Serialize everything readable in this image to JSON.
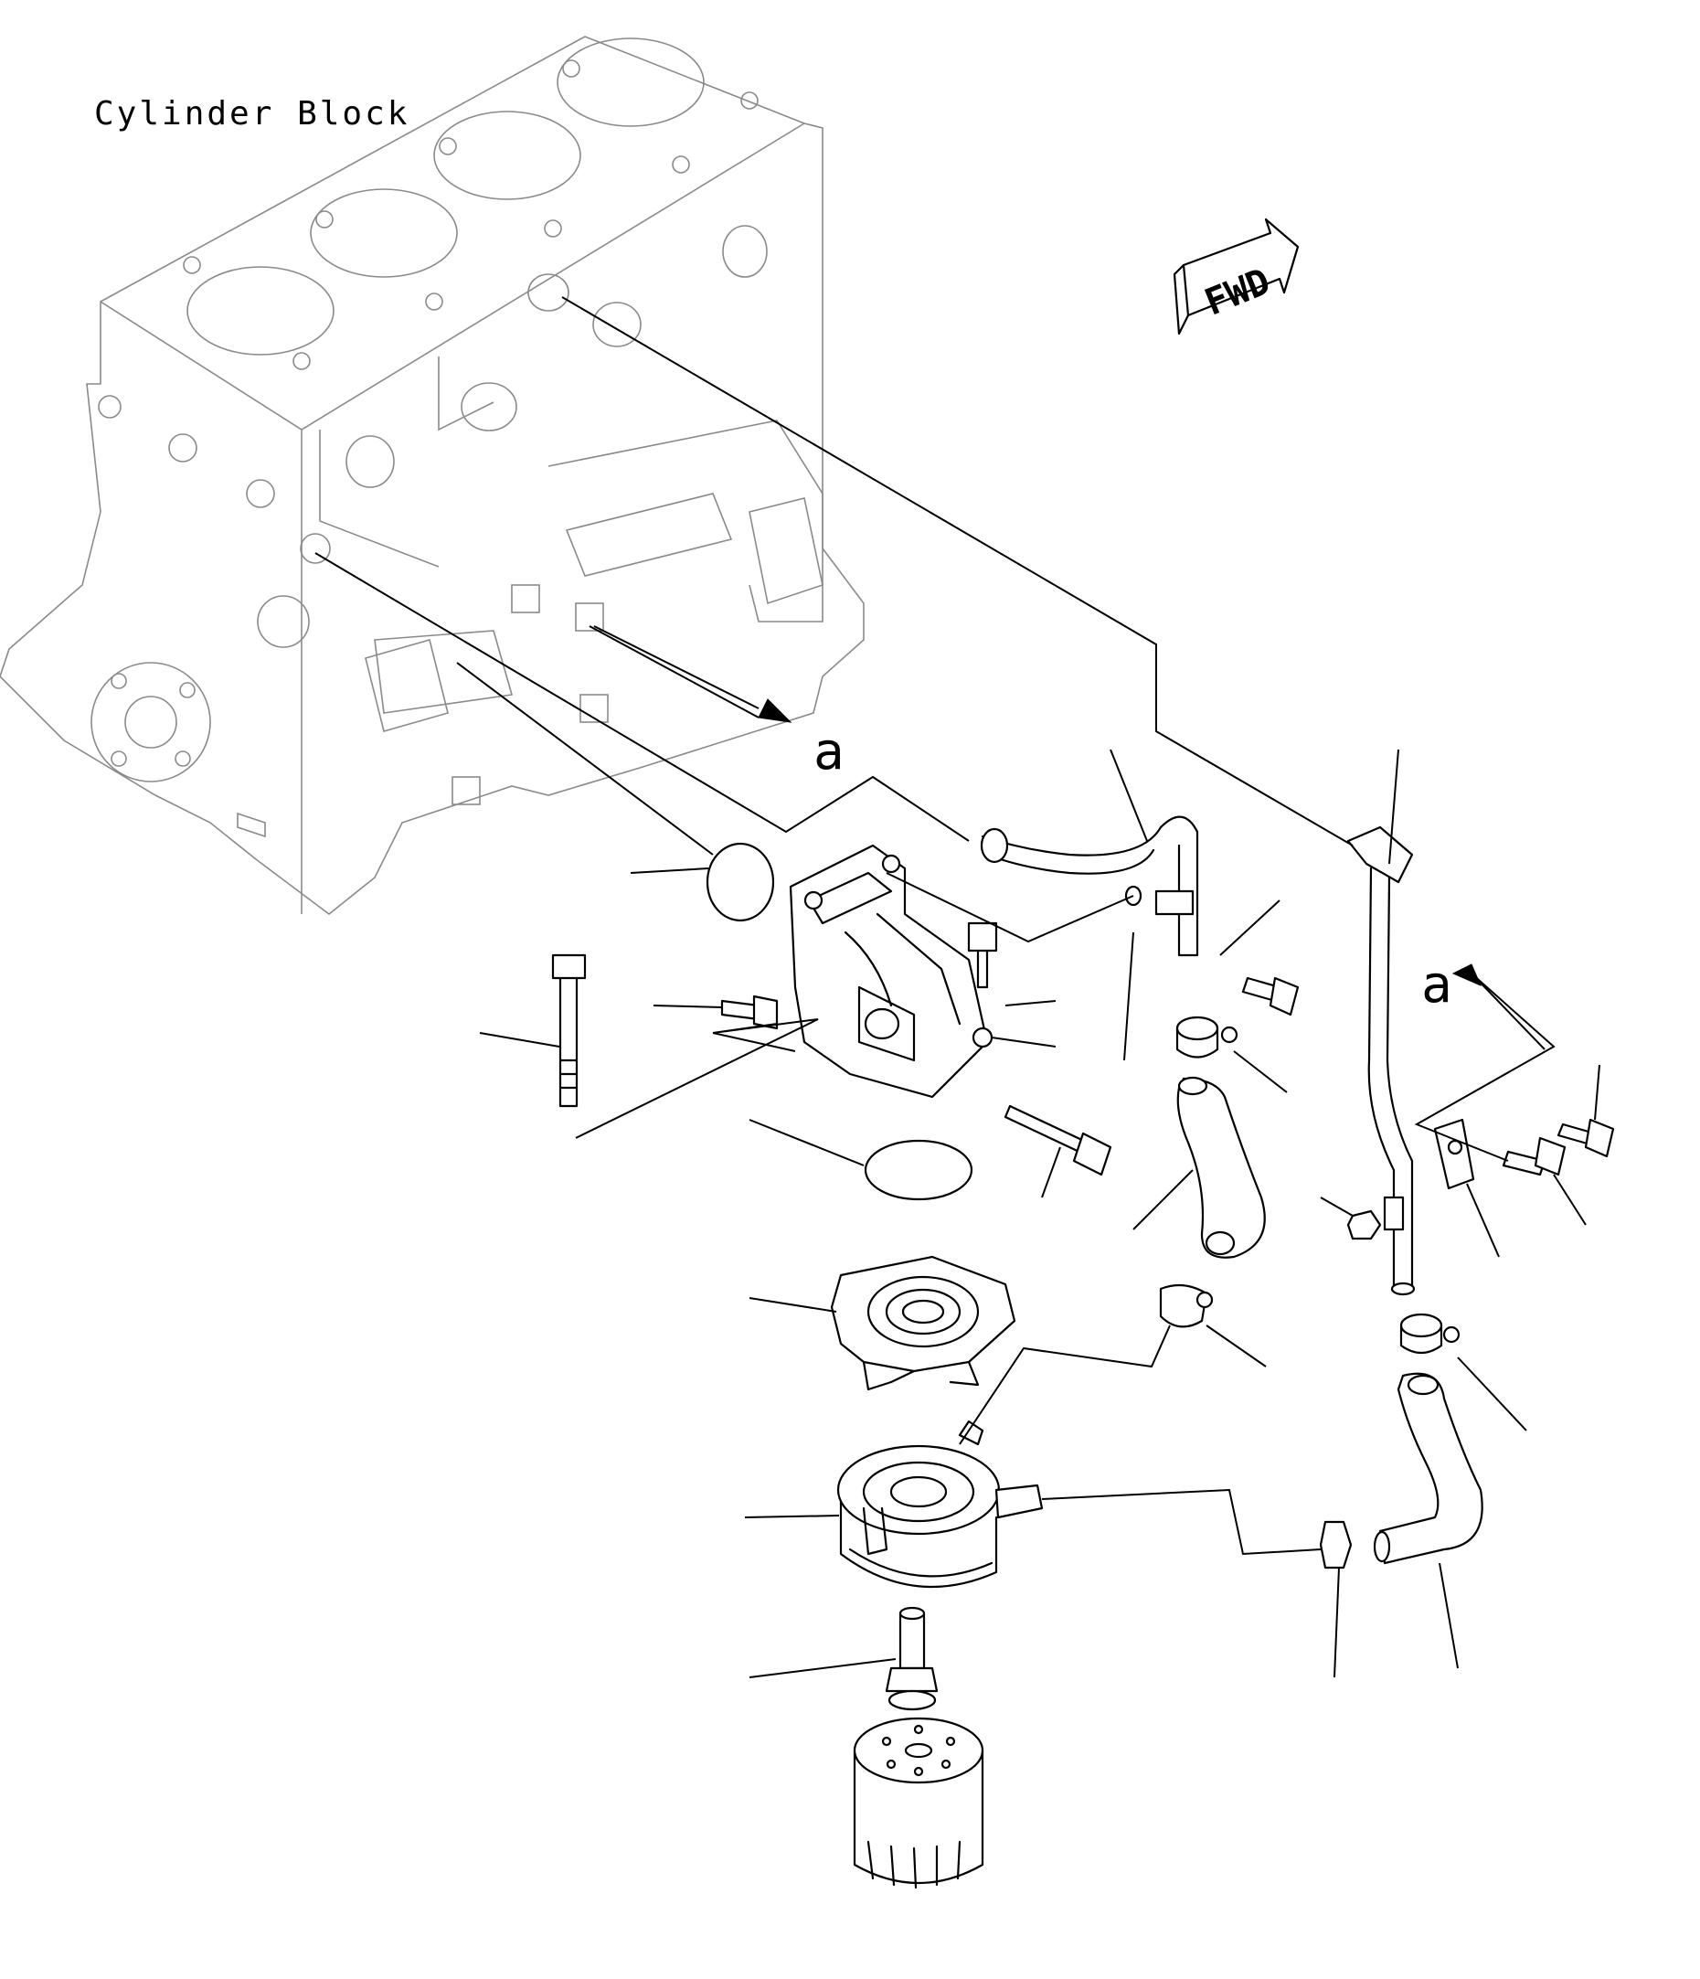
{
  "diagram": {
    "title": "Cylinder Block",
    "forward_marker": "FWD",
    "reference_mark": "a"
  }
}
